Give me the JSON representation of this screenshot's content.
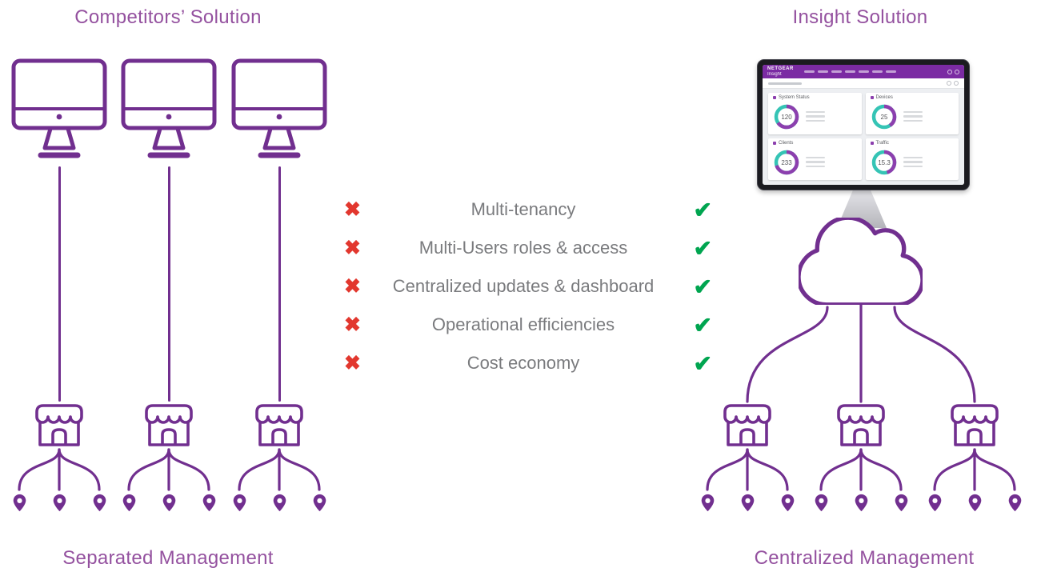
{
  "left_panel": {
    "title": "Competitors’ Solution",
    "footer": "Separated Management"
  },
  "right_panel": {
    "title": "Insight Solution",
    "footer": "Centralized Management"
  },
  "comparison": {
    "features": [
      "Multi-tenancy",
      "Multi-Users roles & access",
      "Centralized updates & dashboard",
      "Operational efficiencies",
      "Cost economy"
    ],
    "no_mark": "✖",
    "yes_mark": "✔"
  },
  "dashboard": {
    "brand": "NETGEAR",
    "product": "Insight",
    "cards": [
      {
        "title": "System Status",
        "value": "120"
      },
      {
        "title": "Devices",
        "value": "25"
      },
      {
        "title": "Clients",
        "value": "233"
      },
      {
        "title": "Traffic",
        "value": "15.3"
      }
    ]
  },
  "colors": {
    "purple": "#712f8f",
    "title_purple": "#94519f",
    "red": "#e2372e",
    "green": "#00a550",
    "teal": "#35c4b5",
    "header_purple": "#7b2ba3"
  }
}
